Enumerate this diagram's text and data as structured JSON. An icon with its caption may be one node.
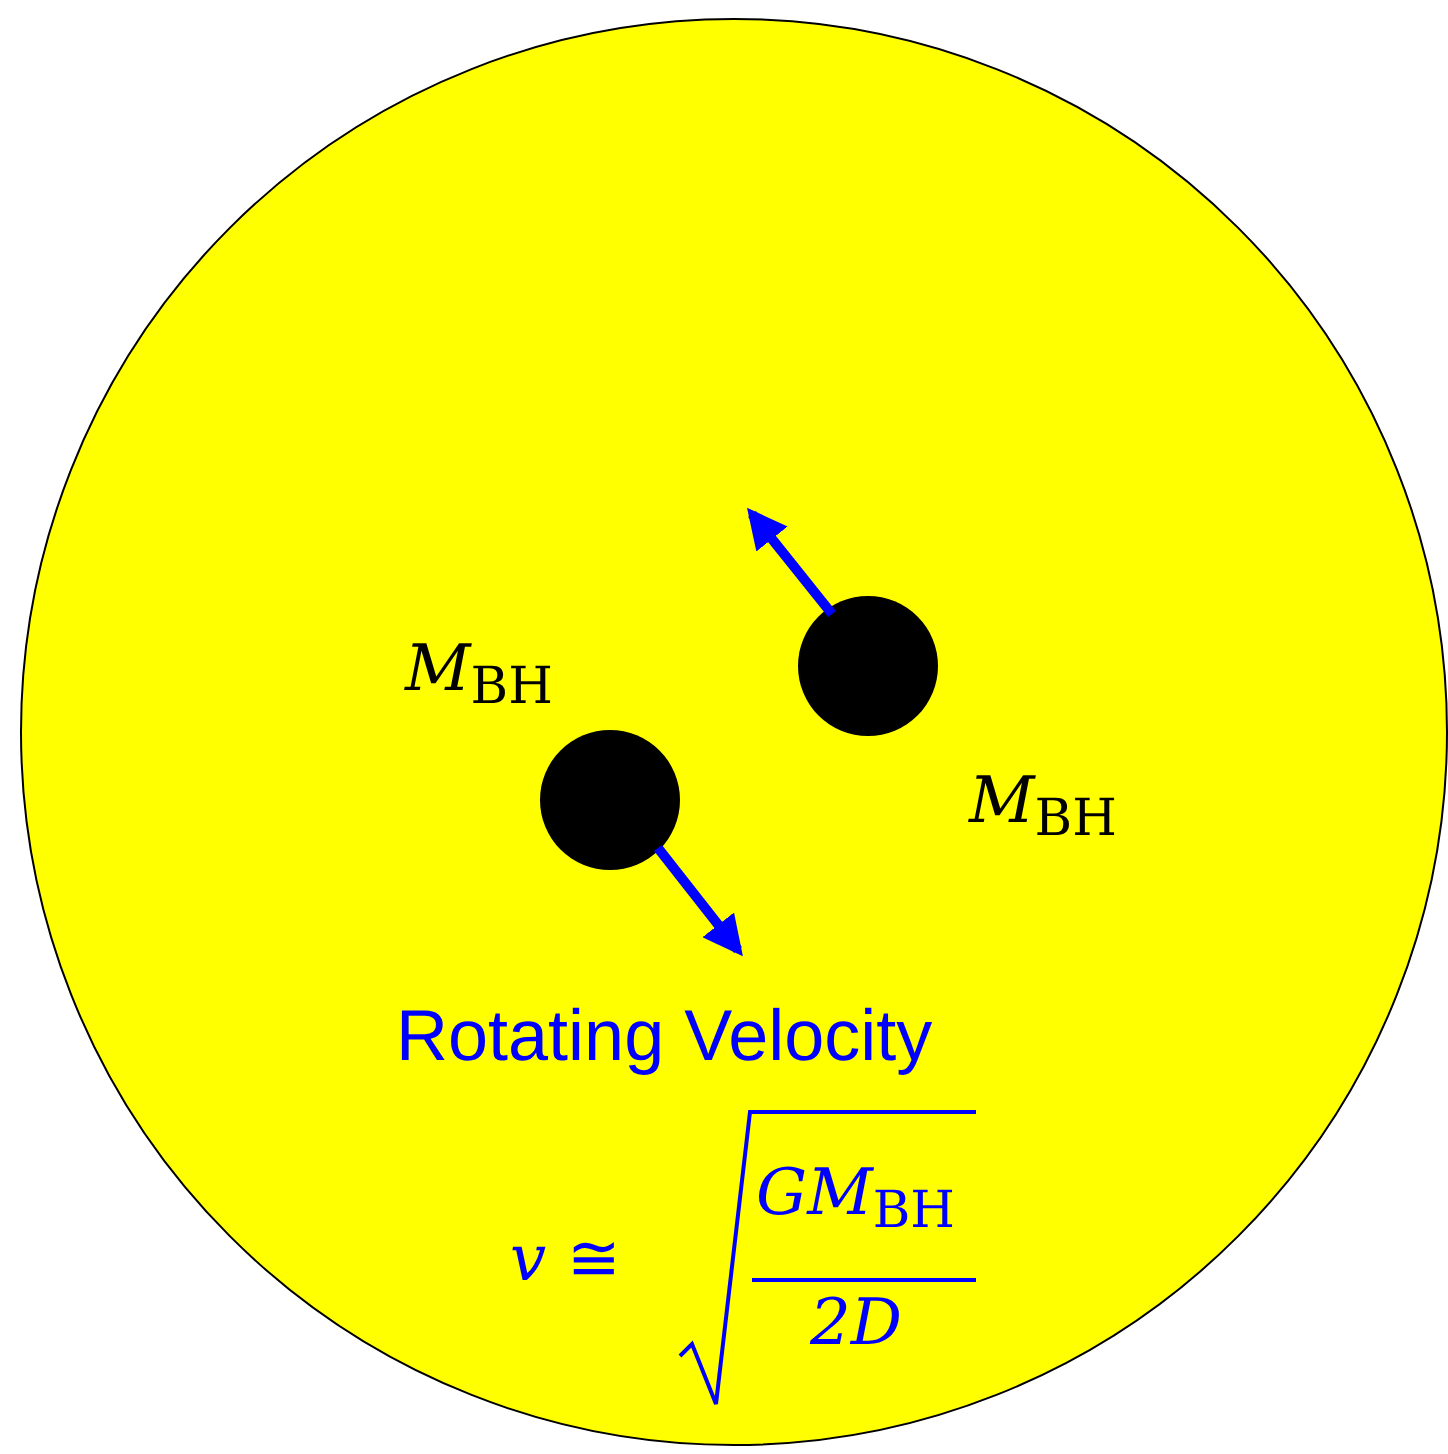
{
  "diagram": {
    "nodes": [
      {
        "text": [],
        "shape": "circle"
      },
      {
        "text": [],
        "shape": "circle",
        "in": 0,
        "beside": [
          "*M*$_{BH}$"
        ]
      },
      {
        "text": [],
        "shape": "circle",
        "in": 0,
        "beside": [
          "*M*$_{BH}$"
        ]
      }
    ],
    "labels": [
      "Rotating Velocity",
      "*v* ≅",
      "*GM*$_{BH}$",
      "2D"
    ]
  }
}
